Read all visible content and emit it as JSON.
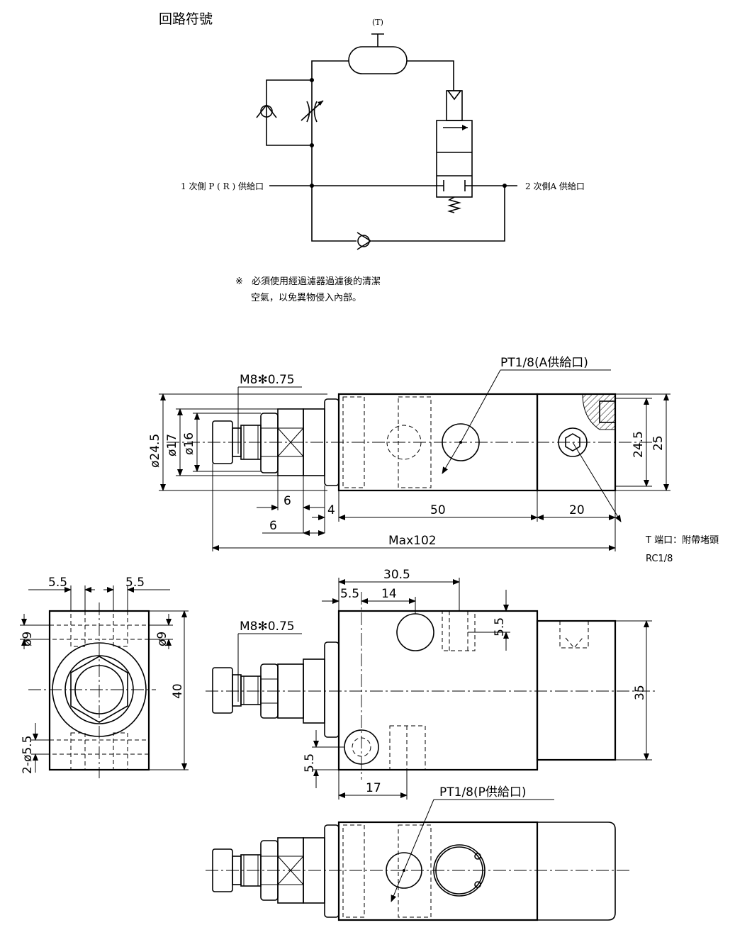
{
  "header": {
    "title": "回路符號"
  },
  "circuit": {
    "tank_port": "(T)",
    "port_1": "1 次側  P ( R ) 供給口",
    "port_2": "2 次側A 供給口"
  },
  "note": {
    "mark": "※",
    "line1": "必須使用經過濾器過濾後的清潔",
    "line2": "空氣，以免異物侵入內部。"
  },
  "front_view": {
    "thread": "M8✻0.75",
    "port_a": "PT1/8(A供給口)",
    "dia_outer": "ø24.5",
    "dia_mid": "ø17",
    "dia_inner": "ø16",
    "dim_6a": "6",
    "dim_4": "4",
    "dim_50": "50",
    "dim_20": "20",
    "dim_6b": "6",
    "dim_max": "Max102",
    "dim_245": "24.5",
    "dim_25": "25",
    "t_port_line1": "T 端口：附帶堵頭",
    "t_port_line2": "RC1/8"
  },
  "end_view": {
    "dim_55_left": "5.5",
    "dim_55_right": "5.5",
    "dia9_left": "ø9",
    "dia9_right": "ø9",
    "holes": "2-ø5.5",
    "dim_40": "40"
  },
  "side_view": {
    "thread": "M8✻0.75",
    "dim_305": "30.5",
    "dim_55_top": "5.5",
    "dim_14": "14",
    "dim_55_right": "5.5",
    "dim_35": "35",
    "dim_55_left": "5.5",
    "dim_17": "17"
  },
  "bottom_view": {
    "port_p": "PT1/8(P供給口)"
  }
}
